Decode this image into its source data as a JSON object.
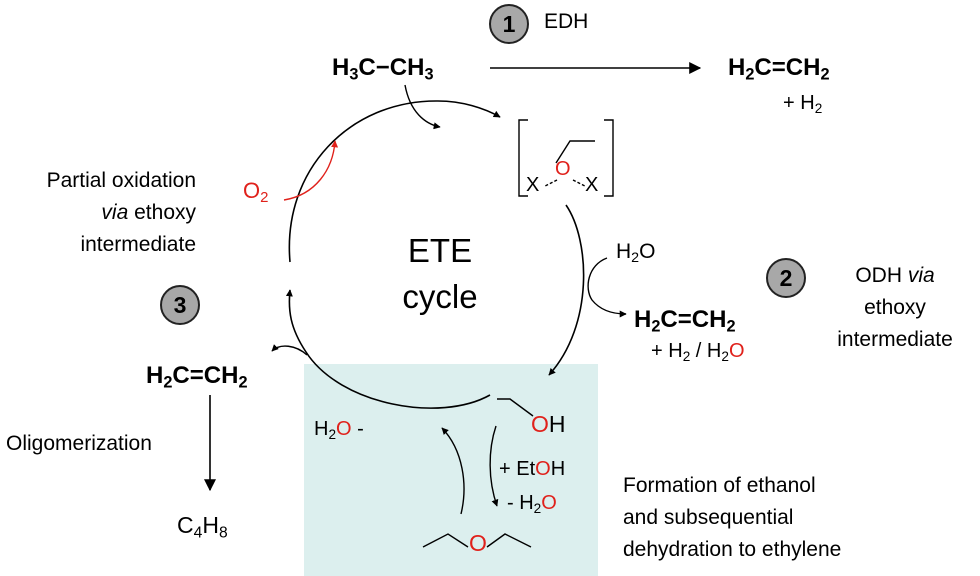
{
  "title": {
    "line1": "ETE",
    "line2": "cycle"
  },
  "route1": {
    "number": "1",
    "label": "EDH"
  },
  "route2": {
    "number": "2",
    "label_line1": "ODH",
    "label_line1_italic": "via",
    "label_line2": "ethoxy",
    "label_line3": "intermediate"
  },
  "route3": {
    "number": "3",
    "label_line1": "Partial oxidation",
    "label_line2_italic": "via",
    "label_line2": "ethoxy",
    "label_line3": "intermediate"
  },
  "molecules": {
    "ethane": {
      "a": "H",
      "a_sub": "3",
      "b": "C−CH",
      "b_sub": "3"
    },
    "ethylene_top": {
      "a": "H",
      "a_sub": "2",
      "b": "C=CH",
      "b_sub": "2"
    },
    "hydrogen_top": {
      "a": "+ H",
      "a_sub": "2"
    },
    "ethylene_odh": {
      "a": "H",
      "a_sub": "2",
      "b": "C=CH",
      "b_sub": "2"
    },
    "h2_h2o": {
      "a": "+ H",
      "a_sub": "2",
      "b": " / H",
      "b_sub": "2",
      "c": "O"
    },
    "water_in": {
      "a": "H",
      "a_sub": "2",
      "b": "O"
    },
    "oxygen": {
      "a": "O",
      "a_sub": "2"
    },
    "ethylene_left": {
      "a": "H",
      "a_sub": "2",
      "b": "C=CH",
      "b_sub": "2"
    },
    "butene": {
      "a": "C",
      "a_sub": "4",
      "b": "H",
      "b_sub": "8"
    },
    "water_out": {
      "a": "H",
      "a_sub": "2",
      "b": "O",
      "c": " -"
    },
    "ethanol_add": {
      "a": "+ Et",
      "b": "O",
      "c": "H"
    },
    "water_remove": {
      "a": "- H",
      "a_sub": "2",
      "b": "O"
    },
    "ethoxy": {
      "x_left": "X",
      "o": "O",
      "x_right": "X"
    },
    "ethanol": {
      "o": "O",
      "h": "H"
    },
    "ether": {
      "o": "O"
    }
  },
  "oligomerization": "Oligomerization",
  "box_caption": {
    "line1": "Formation of ethanol",
    "line2": "and subsequential",
    "line3": "dehydration to ethylene"
  },
  "colors": {
    "oxygen": "#e0211b",
    "box": "#dcefee",
    "badge": "#a8a8a8"
  }
}
